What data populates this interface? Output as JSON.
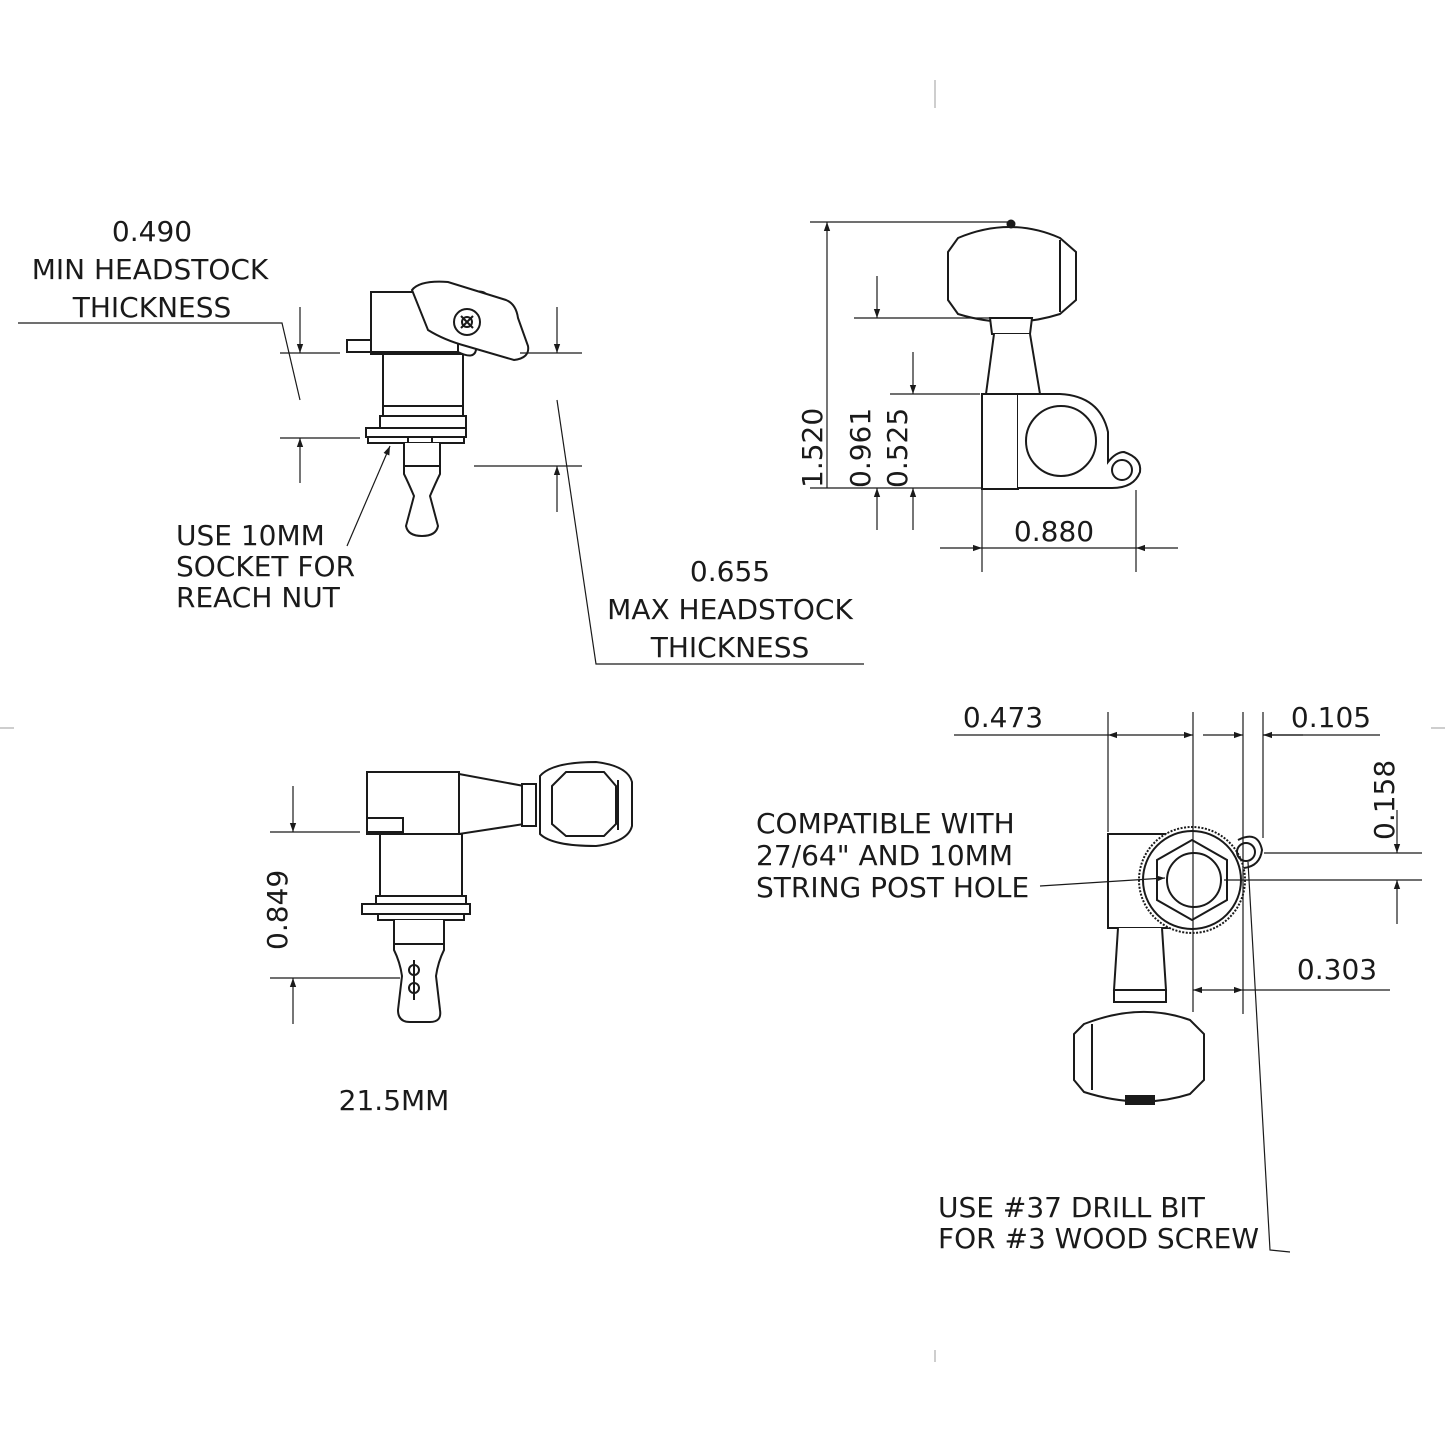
{
  "colors": {
    "ink": "#1a1a1a",
    "paper": "#ffffff"
  },
  "side_view": {
    "min_value": "0.490",
    "min_l1": "MIN HEADSTOCK",
    "min_l2": "THICKNESS",
    "socket_l1": "USE 10MM",
    "socket_l2": "SOCKET FOR",
    "socket_l3": "REACH NUT",
    "max_value": "0.655",
    "max_l1": "MAX HEADSTOCK",
    "max_l2": "THICKNESS"
  },
  "front_view": {
    "d_total": "1.520",
    "d_button": "0.961",
    "d_housing": "0.525",
    "d_width": "0.880"
  },
  "post_view": {
    "d_height": "0.849",
    "size": "21.5MM"
  },
  "top_view": {
    "d_left": "0.473",
    "d_right": "0.105",
    "d_vert": "0.158",
    "d_offset": "0.303",
    "compat_l1": "COMPATIBLE WITH",
    "compat_l2": "27/64\" AND 10MM",
    "compat_l3": "STRING POST HOLE",
    "drill_l1": "USE #37 DRILL BIT",
    "drill_l2": "FOR #3 WOOD SCREW"
  }
}
